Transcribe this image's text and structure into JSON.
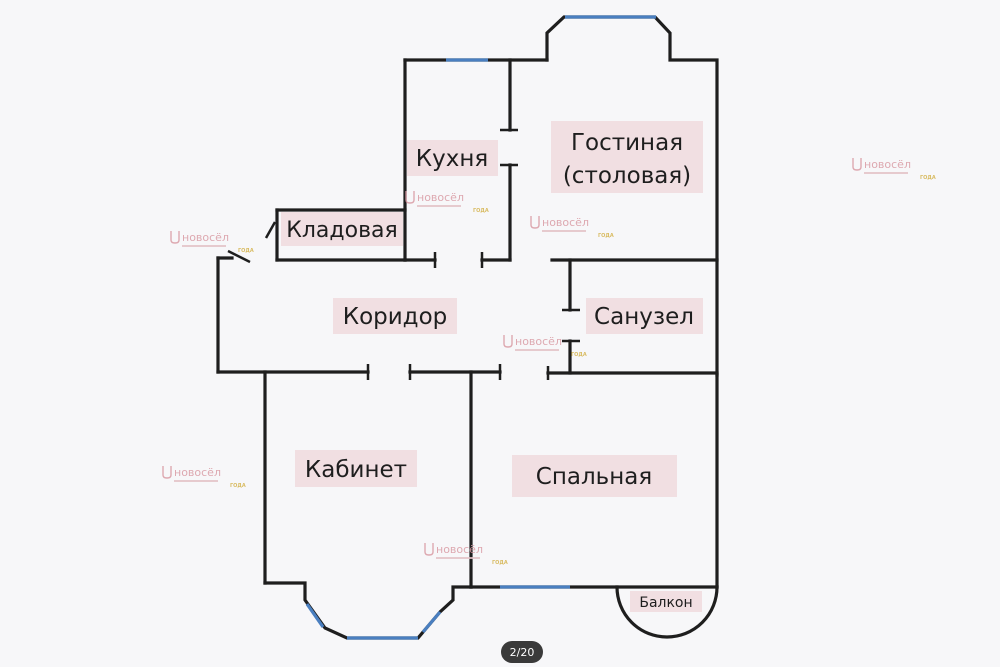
{
  "rooms": {
    "kitchen": "Кухня",
    "living_line1": "Гостиная",
    "living_line2": "(столовая)",
    "storage": "Кладовая",
    "corridor": "Коридор",
    "bathroom": "Санузел",
    "office": "Кабинет",
    "bedroom": "Спальная",
    "balcony": "Балкон"
  },
  "watermark": {
    "brand": "новосёл",
    "badge": "ГОДА"
  },
  "pager": "2/20",
  "colors": {
    "walls": "#1e1e1e",
    "windows": "#4a7fc0",
    "label_background": "#f1dfe2",
    "watermark": "#d99aa3"
  }
}
